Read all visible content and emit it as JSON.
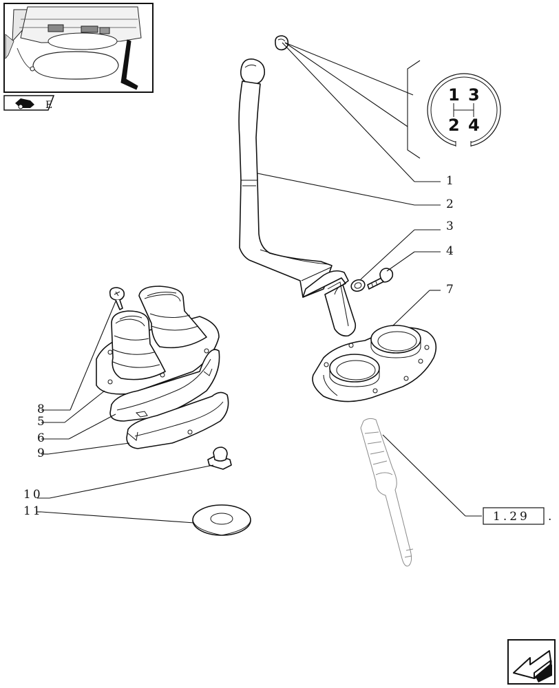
{
  "callouts": [
    {
      "id": "1",
      "label": "1"
    },
    {
      "id": "2",
      "label": "2"
    },
    {
      "id": "3",
      "label": "3"
    },
    {
      "id": "4",
      "label": "4"
    },
    {
      "id": "7",
      "label": "7"
    },
    {
      "id": "8",
      "label": "8"
    },
    {
      "id": "5",
      "label": "5"
    },
    {
      "id": "6",
      "label": "6"
    },
    {
      "id": "9",
      "label": "9"
    },
    {
      "id": "10",
      "label": "10"
    },
    {
      "id": "11",
      "label": "11"
    }
  ],
  "gear_pattern": {
    "top_left": "1",
    "top_right": "3",
    "bottom_left": "2",
    "bottom_right": "4"
  },
  "reference_box": {
    "label": "1.29",
    "suffix": "."
  },
  "thumbnail_tab_letter": "E",
  "icons": {
    "section_icon": "tractor-section-icon",
    "nav_icon": "back-arrow-icon"
  }
}
